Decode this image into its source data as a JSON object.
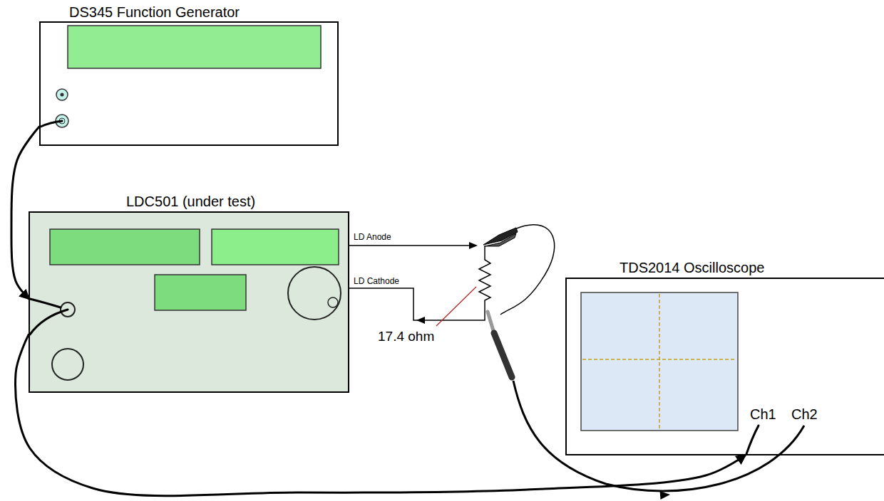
{
  "diagram": {
    "nodes": [
      {
        "text": [
          "DS345 Function Generator"
        ]
      },
      {
        "text": [
          "LDC501 (under test)"
        ]
      },
      {
        "text": [
          "TDS2014 Oscilloscope",
          "Ch1",
          "Ch2"
        ]
      }
    ],
    "edges": [
      {
        "from": 0,
        "to": 1,
        "arrow": "to"
      },
      {
        "from": 1,
        "to": 2,
        "arrow": "to"
      }
    ],
    "labels": [
      "LD Anode",
      "LD Cathode",
      "17.4 ohm"
    ]
  }
}
